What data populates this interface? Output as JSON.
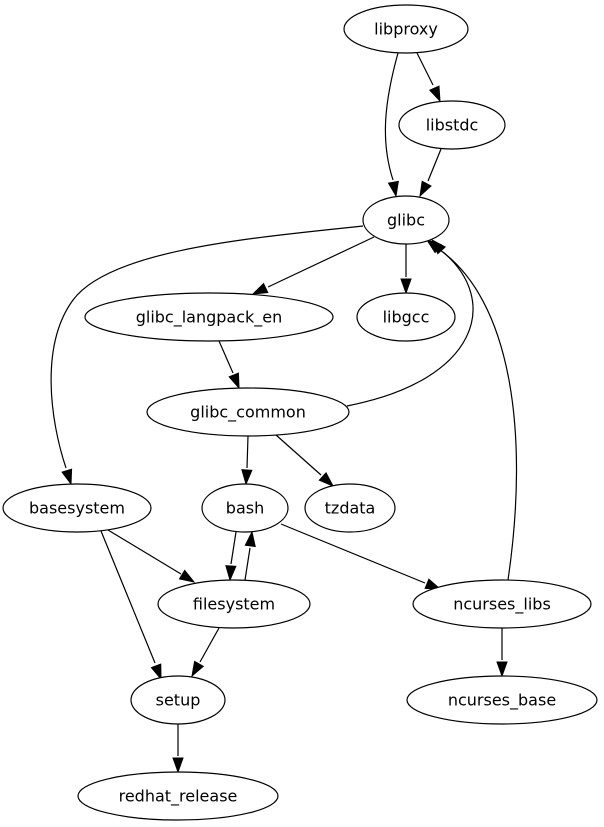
{
  "graph": {
    "type": "directed",
    "nodes": [
      {
        "id": "libproxy",
        "label": "libproxy"
      },
      {
        "id": "libstdc",
        "label": "libstdc"
      },
      {
        "id": "glibc",
        "label": "glibc"
      },
      {
        "id": "glibc_langpack_en",
        "label": "glibc_langpack_en"
      },
      {
        "id": "libgcc",
        "label": "libgcc"
      },
      {
        "id": "glibc_common",
        "label": "glibc_common"
      },
      {
        "id": "basesystem",
        "label": "basesystem"
      },
      {
        "id": "bash",
        "label": "bash"
      },
      {
        "id": "tzdata",
        "label": "tzdata"
      },
      {
        "id": "filesystem",
        "label": "filesystem"
      },
      {
        "id": "ncurses_libs",
        "label": "ncurses_libs"
      },
      {
        "id": "setup",
        "label": "setup"
      },
      {
        "id": "ncurses_base",
        "label": "ncurses_base"
      },
      {
        "id": "redhat_release",
        "label": "redhat_release"
      }
    ],
    "edges": [
      {
        "from": "libproxy",
        "to": "libstdc"
      },
      {
        "from": "libproxy",
        "to": "glibc"
      },
      {
        "from": "libstdc",
        "to": "glibc"
      },
      {
        "from": "glibc",
        "to": "glibc_langpack_en"
      },
      {
        "from": "glibc",
        "to": "libgcc"
      },
      {
        "from": "glibc",
        "to": "basesystem"
      },
      {
        "from": "glibc_langpack_en",
        "to": "glibc_common"
      },
      {
        "from": "glibc_common",
        "to": "glibc"
      },
      {
        "from": "glibc_common",
        "to": "bash"
      },
      {
        "from": "glibc_common",
        "to": "tzdata"
      },
      {
        "from": "basesystem",
        "to": "filesystem"
      },
      {
        "from": "basesystem",
        "to": "setup"
      },
      {
        "from": "bash",
        "to": "filesystem"
      },
      {
        "from": "filesystem",
        "to": "bash"
      },
      {
        "from": "bash",
        "to": "ncurses_libs"
      },
      {
        "from": "ncurses_libs",
        "to": "glibc"
      },
      {
        "from": "ncurses_libs",
        "to": "ncurses_base"
      },
      {
        "from": "filesystem",
        "to": "setup"
      },
      {
        "from": "setup",
        "to": "redhat_release"
      }
    ]
  }
}
